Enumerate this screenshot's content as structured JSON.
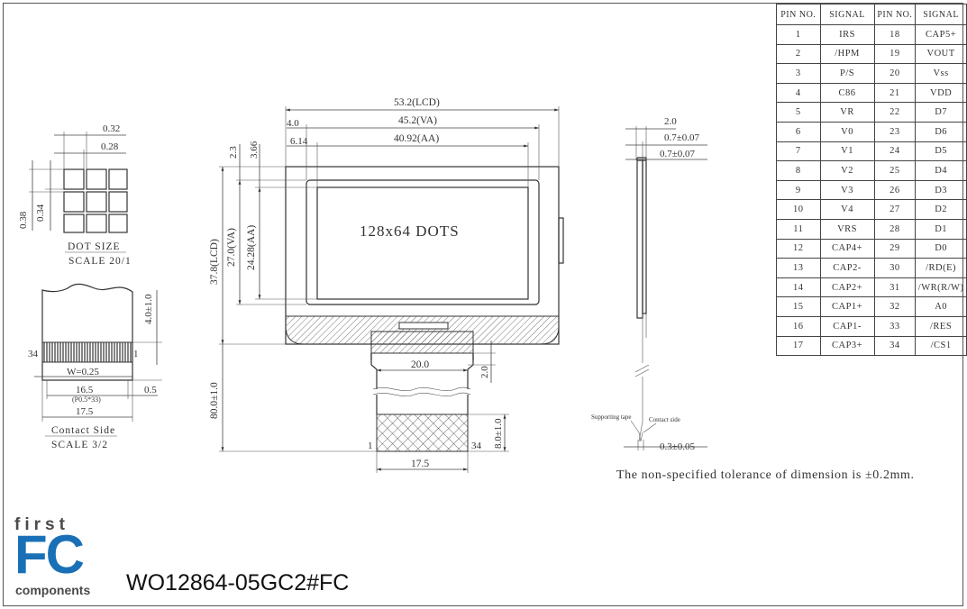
{
  "pin_table": {
    "headers": [
      "PIN NO.",
      "SIGNAL",
      "PIN NO.",
      "SIGNAL"
    ],
    "rows": [
      [
        "1",
        "IRS",
        "18",
        "CAP5+"
      ],
      [
        "2",
        "/HPM",
        "19",
        "VOUT"
      ],
      [
        "3",
        "P/S",
        "20",
        "Vss"
      ],
      [
        "4",
        "C86",
        "21",
        "VDD"
      ],
      [
        "5",
        "VR",
        "22",
        "D7"
      ],
      [
        "6",
        "V0",
        "23",
        "D6"
      ],
      [
        "7",
        "V1",
        "24",
        "D5"
      ],
      [
        "8",
        "V2",
        "25",
        "D4"
      ],
      [
        "9",
        "V3",
        "26",
        "D3"
      ],
      [
        "10",
        "V4",
        "27",
        "D2"
      ],
      [
        "11",
        "VRS",
        "28",
        "D1"
      ],
      [
        "12",
        "CAP4+",
        "29",
        "D0"
      ],
      [
        "13",
        "CAP2-",
        "30",
        "/RD(E)"
      ],
      [
        "14",
        "CAP2+",
        "31",
        "/WR(R/W)"
      ],
      [
        "15",
        "CAP1+",
        "32",
        "A0"
      ],
      [
        "16",
        "CAP1-",
        "33",
        "/RES"
      ],
      [
        "17",
        "CAP3+",
        "34",
        "/CS1"
      ]
    ]
  },
  "dot_detail": {
    "dim_pitch_w": "0.32",
    "dim_dot_w": "0.28",
    "dim_pitch_h": "0.38",
    "dim_dot_h": "0.34",
    "title": "DOT SIZE",
    "scale": "SCALE 20/1"
  },
  "contact_detail": {
    "dim_top": "4.0±1.0",
    "pin_left": "34",
    "pin_right": "1",
    "dim_w": "W=0.25",
    "dim_pitch": "16.5",
    "dim_pitch_note": "(P0.5*33)",
    "dim_total": "17.5",
    "dim_edge": "0.5",
    "title": "Contact Side",
    "scale": "SCALE 3/2"
  },
  "main_view": {
    "dim_lcd_w": "53.2(LCD)",
    "dim_va_w": "45.2(VA)",
    "dim_aa_w": "40.92(AA)",
    "dim_va_off": "4.0",
    "dim_aa_off": "6.14",
    "dim_top1": "2.3",
    "dim_top2": "3.66",
    "dim_lcd_h": "37.8(LCD)",
    "dim_va_h": "27.0(VA)",
    "dim_aa_h": "24.28(AA)",
    "display_label": "128x64 DOTS",
    "dim_fpc_w": "20.0",
    "dim_fpc_gap": "2.0",
    "dim_fpc_len": "80.0±1.0",
    "dim_contact_len": "8.0±1.0",
    "pin_first": "1",
    "pin_last": "34",
    "dim_contact_w": "17.5"
  },
  "side_view": {
    "dim_thk": "2.0",
    "dim_glass1": "0.7±0.07",
    "dim_glass2": "0.7±0.07",
    "label_tape": "Supporting tape",
    "label_contact": "Contact side",
    "dim_fpc_thk": "0.3±0.05"
  },
  "tolerance_note": "The non-specified tolerance of dimension is ±0.2mm.",
  "logo": {
    "first": "first",
    "fc": "FC",
    "components": "components"
  },
  "model": "WO12864-05GC2#FC",
  "colors": {
    "logo_blue": "#1a70b7",
    "logo_gray": "#4a4a4a"
  }
}
